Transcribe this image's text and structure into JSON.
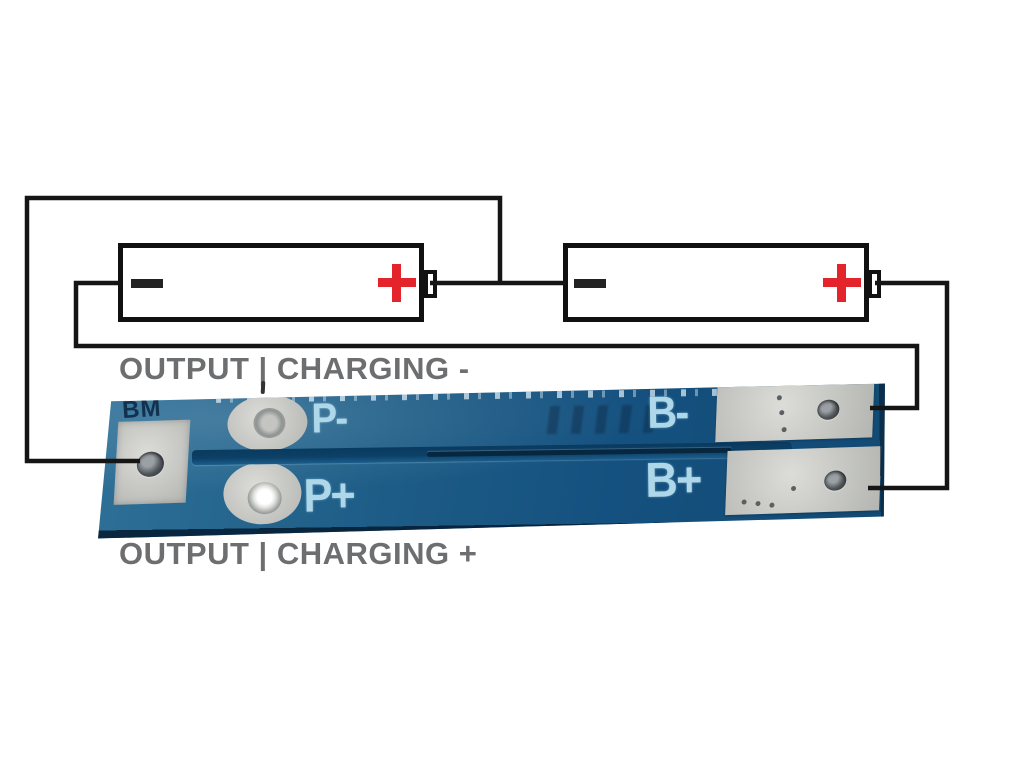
{
  "wiring_diagram": {
    "caption_negative": "OUTPUT | CHARGING -",
    "caption_positive": "OUTPUT | CHARGING +",
    "battery_1": {
      "negative_symbol": "−",
      "positive_symbol": "+"
    },
    "battery_2": {
      "negative_symbol": "−",
      "positive_symbol": "+"
    }
  },
  "bms_board": {
    "marking_bm": "BM",
    "pad_labels": {
      "p_minus": "P-",
      "p_plus": "P+",
      "b_minus": "B-",
      "b_plus": "B+"
    }
  },
  "colors": {
    "wire": "#151515",
    "battery_outline": "#111111",
    "terminal_red": "#e3242b",
    "caption_gray": "#6d6e70",
    "pcb_light": "#2e7097",
    "pcb_mid": "#1d5c86",
    "pcb_dark": "#124a73",
    "pcb_groove": "#0a3a5f",
    "pad_silver": "#c6c7c3",
    "silkscreen": "#aed7e9"
  }
}
